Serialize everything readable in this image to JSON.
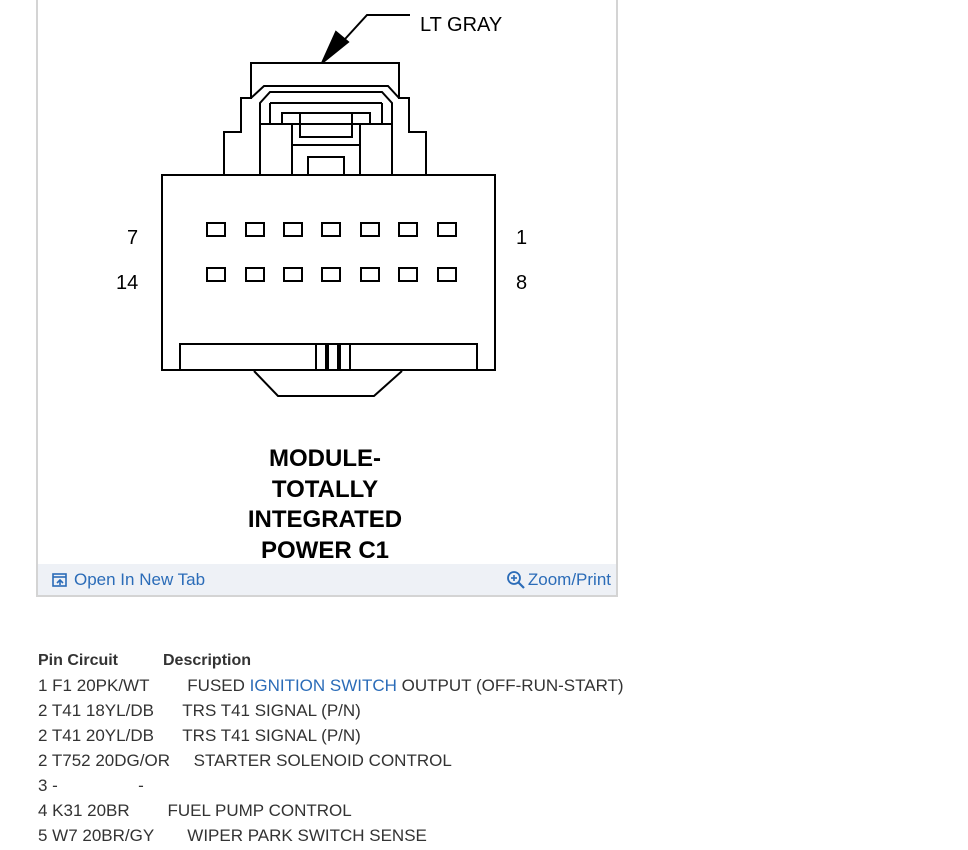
{
  "figure": {
    "color_callout": "LT GRAY",
    "pin_labels": {
      "top_left": "7",
      "top_right": "1",
      "bottom_left": "14",
      "bottom_right": "8"
    },
    "title_lines": [
      "MODULE-",
      "TOTALLY",
      "INTEGRATED",
      "POWER C1"
    ],
    "open_tab_label": "Open In New Tab",
    "zoom_label": "Zoom/Print",
    "open_tab_icon": "open-in-new-tab-icon",
    "zoom_icon": "magnifier-plus-icon"
  },
  "pin_table": {
    "header_pin_circuit": "Pin Circuit",
    "header_description": "Description",
    "rows": [
      {
        "pin_circuit": "1 F1 20PK/WT",
        "gap": "        ",
        "desc_prefix": "FUSED ",
        "desc_link": "IGNITION SWITCH",
        "desc_suffix": " OUTPUT (OFF-RUN-START)"
      },
      {
        "pin_circuit": "2 T41 18YL/DB",
        "gap": "      ",
        "desc_prefix": "TRS T41 SIGNAL (P/N)",
        "desc_link": "",
        "desc_suffix": ""
      },
      {
        "pin_circuit": "2 T41 20YL/DB",
        "gap": "      ",
        "desc_prefix": "TRS T41 SIGNAL (P/N)",
        "desc_link": "",
        "desc_suffix": ""
      },
      {
        "pin_circuit": "2 T752 20DG/OR",
        "gap": "     ",
        "desc_prefix": "STARTER SOLENOID CONTROL",
        "desc_link": "",
        "desc_suffix": ""
      },
      {
        "pin_circuit": "3 -",
        "gap": "                 ",
        "desc_prefix": "-",
        "desc_link": "",
        "desc_suffix": ""
      },
      {
        "pin_circuit": "4 K31 20BR",
        "gap": "        ",
        "desc_prefix": "FUEL PUMP CONTROL",
        "desc_link": "",
        "desc_suffix": ""
      },
      {
        "pin_circuit": "5 W7 20BR/GY",
        "gap": "       ",
        "desc_prefix": "WIPER PARK SWITCH SENSE",
        "desc_link": "",
        "desc_suffix": ""
      }
    ]
  }
}
